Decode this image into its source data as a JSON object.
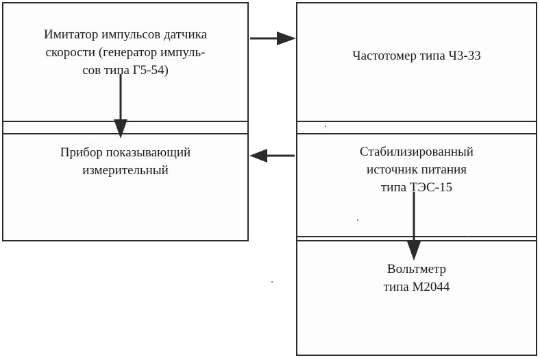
{
  "blocks": {
    "pulse_simulator": "Имитатор импульсов датчика\nскорости (генератор импуль-\nсов типа Г5-54)",
    "frequency_meter": "Частотомер типа Ч3-33",
    "indicating_instrument": "Прибор показывающий\nизмерительный",
    "power_supply": "Стабилизированный\nисточник питания\nтипа ТЭС-15",
    "voltmeter": "Вольтметр\nтипа М2044"
  }
}
